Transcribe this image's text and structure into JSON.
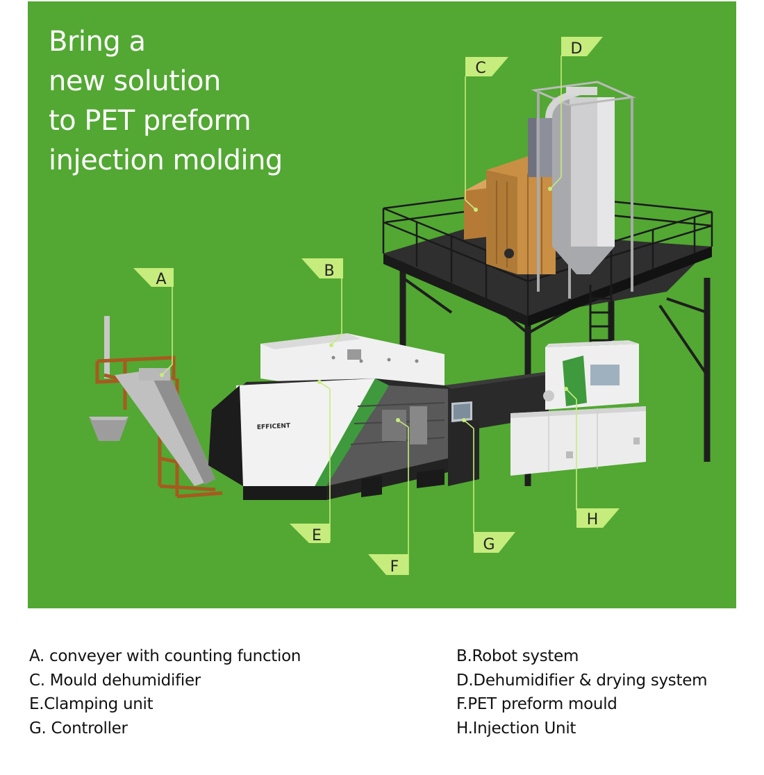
{
  "headline": {
    "lines": [
      "Bring a",
      "new solution",
      "to PET preform",
      "injection molding"
    ]
  },
  "brand_logo_text": "EFFICENT",
  "callouts": [
    "A",
    "B",
    "C",
    "D",
    "E",
    "F",
    "G",
    "H"
  ],
  "legend": {
    "left": [
      "A. conveyer with counting function",
      "C. Mould dehumidifier",
      "E.Clamping unit",
      "G. Controller"
    ],
    "right": [
      "B.Robot system",
      "D.Dehumidifier & drying system",
      "F.PET preform mould",
      "H.Injection Unit"
    ]
  },
  "colors": {
    "panel_bg": "#52a832",
    "tag_fill": "#c6ec7d",
    "machine_body": "#eeeeee",
    "machine_dark": "#2a2a2a",
    "accent_green": "#3e9a3c",
    "conveyor": "#a75a20",
    "dryer_orange": "#c98f45",
    "platform": "#262626",
    "hopper_silver": "#cfcfd1"
  }
}
